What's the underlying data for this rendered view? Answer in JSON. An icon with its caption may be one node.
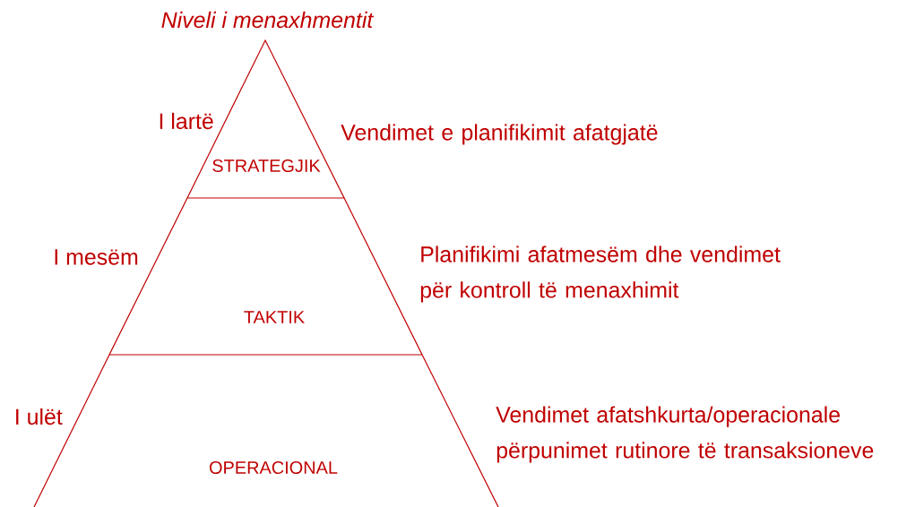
{
  "diagram": {
    "title": "Niveli i menaxhmentit",
    "nodes": [
      {
        "text": [
          "STRATEGJIK"
        ]
      },
      {
        "text": [
          "TAKTIK"
        ]
      },
      {
        "text": [
          "OPERACIONAL"
        ]
      }
    ],
    "edges": [],
    "labels": [
      "I lartë",
      "Vendimet e planifikimit afatgjatë",
      "I mesëm",
      "Planifikimi afatmesëm dhe vendimet për kontroll të menaxhimit",
      "I ulët",
      "Vendimet afatshkurta/operacionale përpunimet rutinore të transaksioneve"
    ]
  }
}
